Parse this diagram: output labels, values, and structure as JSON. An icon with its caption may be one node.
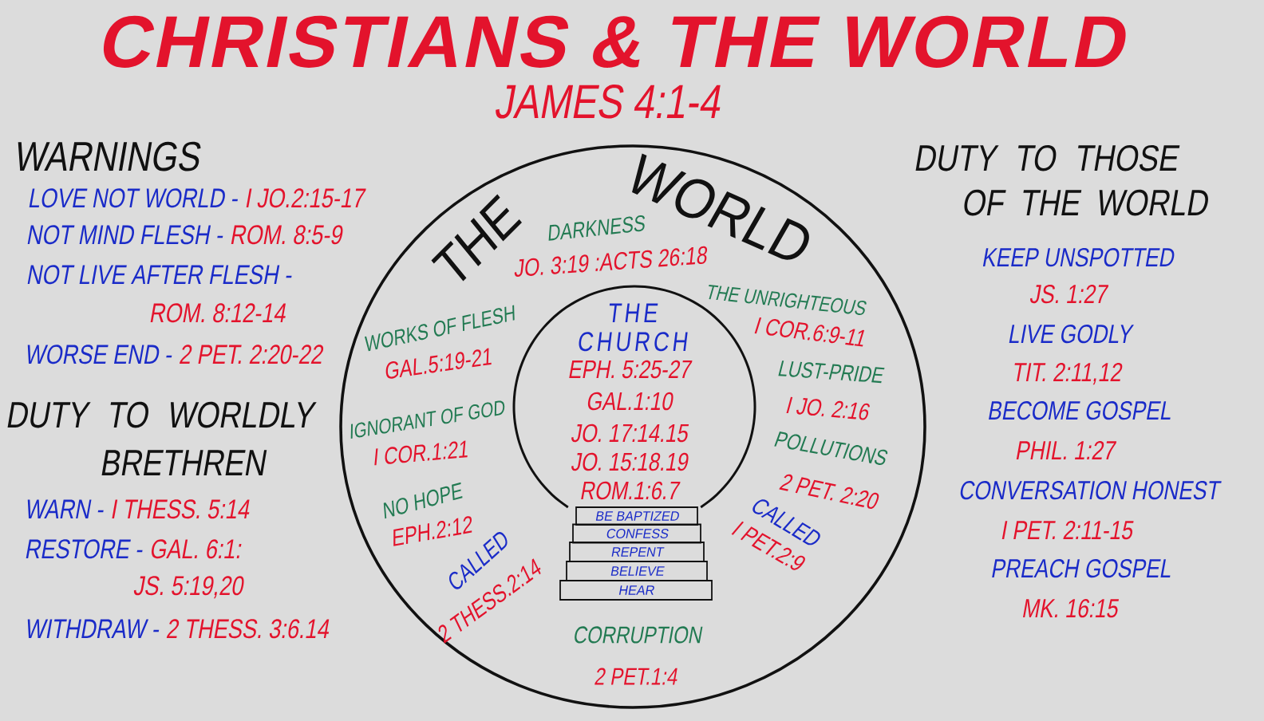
{
  "diagram": {
    "title": "CHRISTIANS & THE WORLD",
    "nodes": [
      {
        "text": [
          "THE",
          "WORLD",
          "DARKNESS",
          "JO. 3:19 :ACTS 26:18",
          "WORKS OF FLESH",
          "GAL.5:19-21",
          "IGNORANT OF GOD",
          "I COR.1:21",
          "NO HOPE",
          "EPH.2:12",
          "CALLED",
          "2 THESS.2:14",
          "THE UNRIGHTEOUS",
          "I COR.6:9-11",
          "LUST-PRIDE",
          "I JO. 2:16",
          "POLLUTIONS",
          "2 PET. 2:20",
          "CALLED",
          "I PET.2:9",
          "CORRUPTION",
          "2 PET.1:4"
        ]
      },
      {
        "text": [
          "THE CHURCH",
          "EPH. 5:25-27",
          "GAL.1:10",
          "JO. 17:14.15",
          "JO. 15:18.19",
          "ROM.1:6.7"
        ],
        "in": 0
      },
      {
        "text": [
          "BE BAPTIZED"
        ],
        "in": 0
      },
      {
        "text": [
          "CONFESS"
        ],
        "in": 0
      },
      {
        "text": [
          "REPENT"
        ],
        "in": 0
      },
      {
        "text": [
          "BELIEVE"
        ],
        "in": 0
      },
      {
        "text": [
          "HEAR"
        ],
        "in": 0
      }
    ],
    "labels": [
      "JAMES 4:1-4",
      "WARNINGS",
      "LOVE NOT WORLD -",
      "I JO.2:15-17",
      "NOT MIND FLESH -",
      "ROM. 8:5-9",
      "NOT LIVE AFTER FLESH -",
      "ROM. 8:12-14",
      "WORSE END -",
      "2 PET. 2:20-22",
      "DUTY TO WORLDLY BRETHREN",
      "WARN -",
      "I THESS. 5:14",
      "RESTORE -",
      "GAL. 6:1:",
      "JS. 5:19,20",
      "WITHDRAW -",
      "2 THESS. 3:6.14",
      "DUTY TO THOSE OF THE WORLD",
      "KEEP UNSPOTTED",
      "JS. 1:27",
      "LIVE GODLY",
      "TIT. 2:11,12",
      "BECOME GOSPEL",
      "PHIL. 1:27",
      "CONVERSATION HONEST",
      "I PET. 2:11-15",
      "PREACH GOSPEL",
      "MK. 16:15"
    ]
  }
}
